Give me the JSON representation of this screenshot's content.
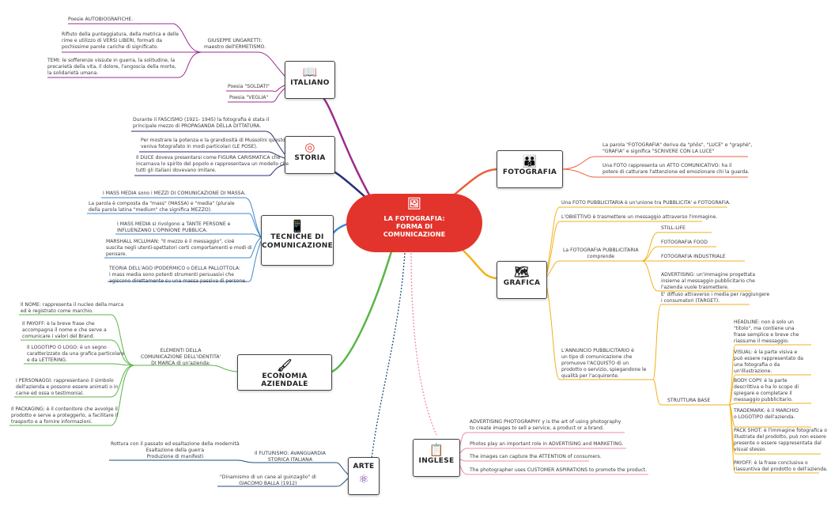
{
  "center": {
    "title": "LA FOTOGRAFIA:\nFORMA DI\nCOMUNICAZIONE",
    "icon": "photo-icon"
  },
  "colors": {
    "center": "#e2342c",
    "italiano": "#9c2c8e",
    "storia": "#2a2f7c",
    "tecniche": "#3f86cf",
    "economia": "#5ab446",
    "arte": "#1c4f7e",
    "inglese": "#f08fa0",
    "fotografia": "#e9603a",
    "grafica": "#f2b21b"
  },
  "nodes": {
    "italiano": {
      "label": "ITALIANO",
      "icon": "book-icon"
    },
    "storia": {
      "label": "STORIA",
      "icon": "target-icon"
    },
    "tecniche": {
      "label": "TECNICHE DI\nCOMUNICAZIONE",
      "icon": "phone-icon"
    },
    "economia": {
      "label": "ECONOMIA AZIENDALE",
      "icon": "tools-icon"
    },
    "arte": {
      "label": "ARTE",
      "icon": "atom-icon"
    },
    "inglese": {
      "label": "INGLESE",
      "icon": "checklist-icon"
    },
    "fotografia": {
      "label": "FOTOGRAFIA",
      "icon": "people-icon"
    },
    "grafica": {
      "label": "GRAFICA",
      "icon": "map-icon"
    }
  },
  "italiano": {
    "poesie": "Poesie AUTOBIOGRAFICHE.",
    "rifiuto": "Rifiuto della punteggiatura, della metrica e delle\nrime e utilizzo di VERSI LIBERI, formati da\npochissime parole cariche di significato.",
    "temi": "TEMI: le sofferenze vissute in guerra, la solitudine, la\nprecarietà della vita, il dolore, l'angoscia della morte,\nla solidarietà umana.",
    "ungaretti": "GIUSEPPE UNGARETTI:\nmaestro dell'ERMETISMO.",
    "soldati": "Poesia \"SOLDATI\"",
    "veglia": "Poesia \"VEGLIA\""
  },
  "storia": {
    "fascismo": "Durante il FASCISMO (1921- 1945) la fotografia è stata il\nprincipale mezzo di PROPAGANDA DELLA DITTATURA.",
    "potenza": "Per mostrare la potenza e la grandiosità di Mussolini questo\nveniva fotografato in modi particolari (LE POSE).",
    "duce": "Il DUCE doveva presentarsi come FIGURA CARISMATICA che\nincarnava lo spirito del popolo e rappresentava un modello che\ntutti gli italiani dovevano imitare."
  },
  "tecniche": {
    "mass_media": "I MASS MEDIA sono i MEZZI DI COMUNICAZIONE DI MASSA.",
    "parola": "La parola è composta da \"mass\" (MASSA) e \"media\" (plurale\ndella parola latina \"medium\" che significa MEZZO).",
    "rivolgono": "I MASS MEDIA si rivolgono a TANTE PERSONE e\nINFLUENZANO L'OPINIONE PUBBLICA.",
    "mcluhan": "MARSHALL MCLUHAN: \"Il mezzo è il messaggio\", cioè\nsuscita negli utenti-spettatori certi comportamenti e modi di\npensare.",
    "teoria": "TEORIA DELL'AGO IPODERMICO o DELLA PALLOTTOLA:\ni mass media sono potenti strumenti persuasivi che\nagiscono direttamente su una massa passiva di persone."
  },
  "economia": {
    "elementi": "ELEMENTI DELLA\nCOMUNICAZIONE DELL'IDENTITA'\nDI MARCA di un'azienda:",
    "nome": "Il NOME: rappresenta il nucleo della marca\ned è registrato come marchio.",
    "payoff": "Il PAYOFF: è la breve frase che\naccompagna il nome e che serve a\ncomunicare i valori del Brand.",
    "logotipo": "Il LOGOTIPO O LOGO: è un segno\ncaratterizzato da una grafica particolare\ne da LETTERING.",
    "personaggi": "I PERSONAGGI: rappresentano il simbolo\ndell'azienda e possono essere animati o in\ncarne ed ossa o testimonial.",
    "packaging": "Il PACKAGING: è il contenitore che avvolge il\nprodotto e serve a proteggerlo, a facilitare il\ntrasporto e a fornire informazioni."
  },
  "arte": {
    "rottura": "Rottura con il passato ed esaltazione della modernità\nEsaltazione della guerra\nProduzione di manifesti",
    "futurismo": "Il FUTURISMO: AVANGUARDIA\nSTORICA ITALIANA",
    "dinamismo": "\"Dinamismo di un cane al guinzaglio\" di\nGIACOMO BALLA (1912)"
  },
  "inglese": {
    "art": "ADVERTISING PHOTOGRAPHY y is the art of using photography\nto create images to sell a service, a product or a brand.",
    "role": "Photos play an important role in ADVERTISING and MARKETING.",
    "attention": "The images can capture the ATTENTION of consumers.",
    "aspirations": "The photographer uses CUSTOMER ASPIRATIONS to promote the product."
  },
  "fotografia": {
    "parola": "La parola \"FOTOGRAFIA\" deriva da \"phôs\", \"LUCE\" e \"graphè\",\n\"GRAFIA\" e significa \"SCRIVERE CON LA LUCE\"",
    "atto": "Una FOTO rappresenta un ATTO COMUNICATIVO: ha il\npotere di catturare l'attenzione ed emozionare chi la guarda."
  },
  "grafica": {
    "unione": "Una FOTO PUBBLICITARIA è un'unione tra PUBBLICITA' e FOTOGRAFIA.",
    "obiettivo": "L'OBIETTIVO è trasmettere un messaggio attraverso l'immagine.",
    "comprende": "La FOTOGRAFIA PUBBLICITARIA\ncomprende",
    "still": "STILL-LIFE",
    "food": "FOTOGRAFIA FOOD",
    "industriale": "FOTOGRAFIA INDUSTRIALE",
    "advertising": "ADVERTISING: un'immagine progettata\ninsieme al messaggio pubblicitario che\nl'azienda vuole trasmettere.",
    "annuncio": "L'ANNUNCIO PUBBLICITARIO è\nun tipo di comunicazione che\npromuove l'ACQUISTO di un\nprodotto o servizio, spiegandone le\nqualità per l'acquirente.",
    "diffuso": "E' diffuso attraverso i media per raggiungere\ni consumatori (TARGET).",
    "struttura": "STRUTTURA BASE",
    "headline": "HEADLINE: non è solo un\n\"titolo\", ma contiene una\nfrase semplice e breve che\nriassume il messaggio.",
    "visual": "VISUAL: è la parte visiva e\npuò essere rappresentato da\nuna fotografia o da\nun'illustrazione.",
    "body": "BODY COPY: è la parte\ndescrittiva e ha lo scopo di\nspiegare e completare il\nmessaggio pubblicitario.",
    "trademark": "TRADEMARK: è il MARCHIO\no LOGOTIPO dell'azienda.",
    "packshot": "PACK SHOT: è l'immagine fotografica o\nillustrata del prodotto, può non essere\npresente o essere rappresentata dal\nvisual stesso.",
    "payoff": "PAYOFF: è la frase conclusiva o\nriassuntiva del prodotto o dell'azienda."
  }
}
